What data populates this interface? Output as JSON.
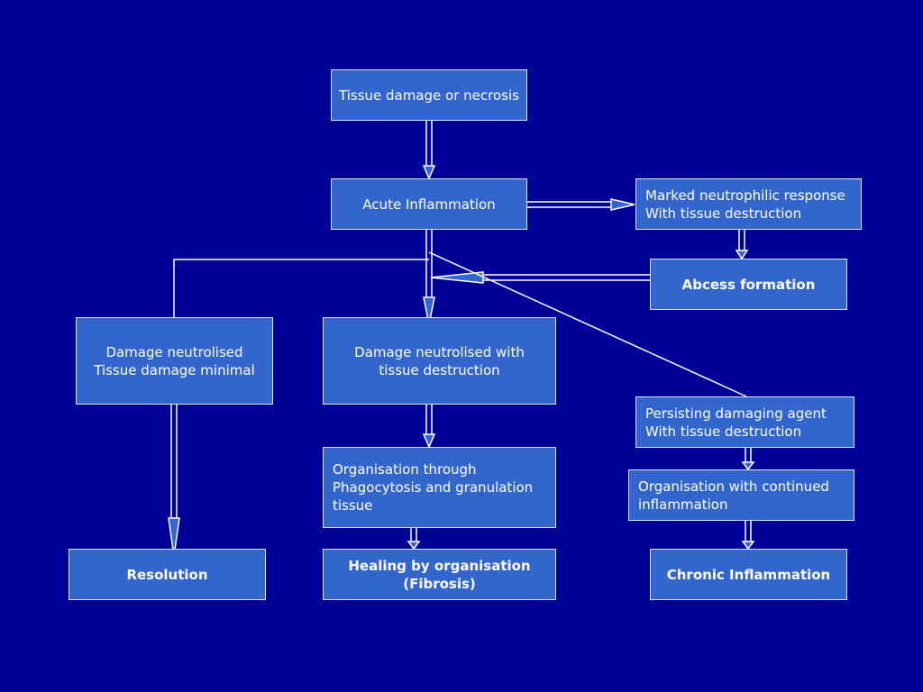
{
  "colors": {
    "background": "#000099",
    "box_fill": "#3366CC",
    "box_border": "#DDE6FF",
    "text": "#FFFFFF",
    "connector": "#FFFFFF"
  },
  "nodes": {
    "tissue_damage": {
      "lines": [
        "Tissue damage or necrosis"
      ]
    },
    "acute_inflammation": {
      "lines": [
        "Acute Inflammation"
      ]
    },
    "marked_neutrophilic": {
      "lines": [
        "Marked neutrophilic response",
        "With tissue destruction"
      ]
    },
    "abcess_formation": {
      "lines": [
        "Abcess formation"
      ]
    },
    "damage_minimal": {
      "lines": [
        "Damage neutrolised",
        "Tissue damage minimal"
      ]
    },
    "damage_destruction": {
      "lines": [
        "Damage neutrolised with",
        "tissue destruction"
      ]
    },
    "persisting_agent": {
      "lines": [
        "Persisting damaging agent",
        "With tissue destruction"
      ]
    },
    "organisation_phagocytosis": {
      "lines": [
        "Organisation through",
        "Phagocytosis and granulation",
        "tissue"
      ]
    },
    "organisation_continued": {
      "lines": [
        "Organisation with continued",
        "inflammation"
      ]
    },
    "resolution": {
      "lines": [
        "Resolution"
      ]
    },
    "healing_fibrosis": {
      "lines": [
        "Healing by organisation",
        "(Fibrosis)"
      ]
    },
    "chronic_inflammation": {
      "lines": [
        "Chronic Inflammation"
      ]
    }
  }
}
